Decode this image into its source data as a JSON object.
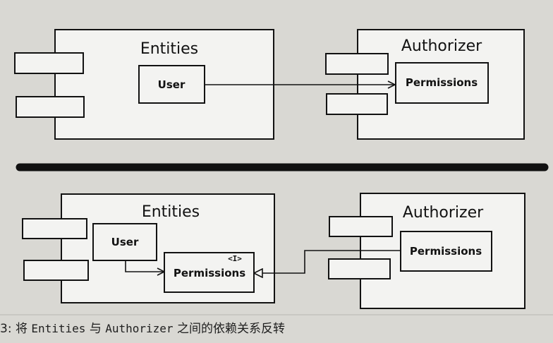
{
  "top_diagram": {
    "left_component": {
      "title": "Entities"
    },
    "user_class": {
      "label": "User"
    },
    "right_component": {
      "title": "Authorizer"
    },
    "permissions_class": {
      "label": "Permissions"
    }
  },
  "bottom_diagram": {
    "left_component": {
      "title": "Entities"
    },
    "user_class": {
      "label": "User"
    },
    "interface_class": {
      "stereotype": "<I>",
      "label": "Permissions"
    },
    "right_component": {
      "title": "Authorizer"
    },
    "permissions_class": {
      "label": "Permissions"
    }
  },
  "caption": {
    "prefix": "3: 将 ",
    "term1": "Entities",
    "middle": " 与 ",
    "term2": "Authorizer",
    "suffix": " 之间的依赖关系反转"
  },
  "colors": {
    "paper": "#d9d8d3",
    "box_fill": "#f3f3f1",
    "ink": "#121212",
    "divider": "#111111"
  }
}
